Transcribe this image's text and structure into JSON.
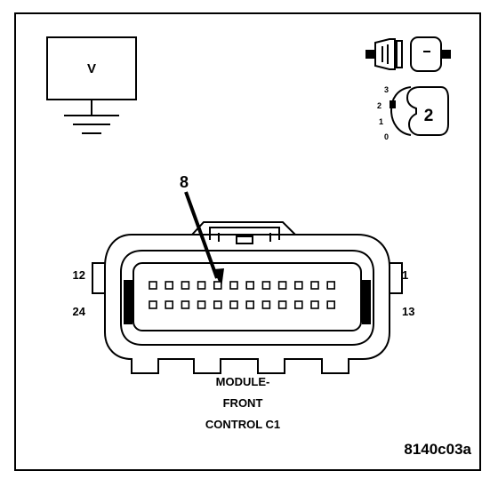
{
  "voltmeter": {
    "label": "V"
  },
  "dial": {
    "ticks": [
      "3",
      "2",
      "1",
      "0"
    ],
    "position": "2"
  },
  "connector": {
    "pin_callout": "8",
    "left_labels": [
      "12",
      "24"
    ],
    "right_labels": [
      "1",
      "13"
    ],
    "rows": 2,
    "pins_per_row": 12
  },
  "caption": {
    "line1": "MODULE-",
    "line2": "FRONT",
    "line3": "CONTROL C1"
  },
  "figure_id": "8140c03a"
}
